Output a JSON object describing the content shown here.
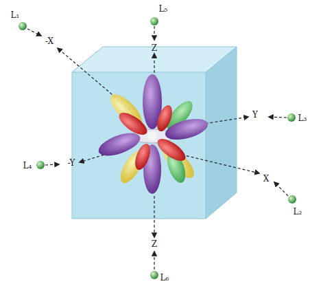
{
  "diagram": {
    "labels": [
      "L₅",
      "Z",
      "L₁",
      "-X",
      "L₃",
      "Y",
      "L₄",
      "-Y",
      "X",
      "L₂",
      "Z",
      "L₆"
    ]
  }
}
